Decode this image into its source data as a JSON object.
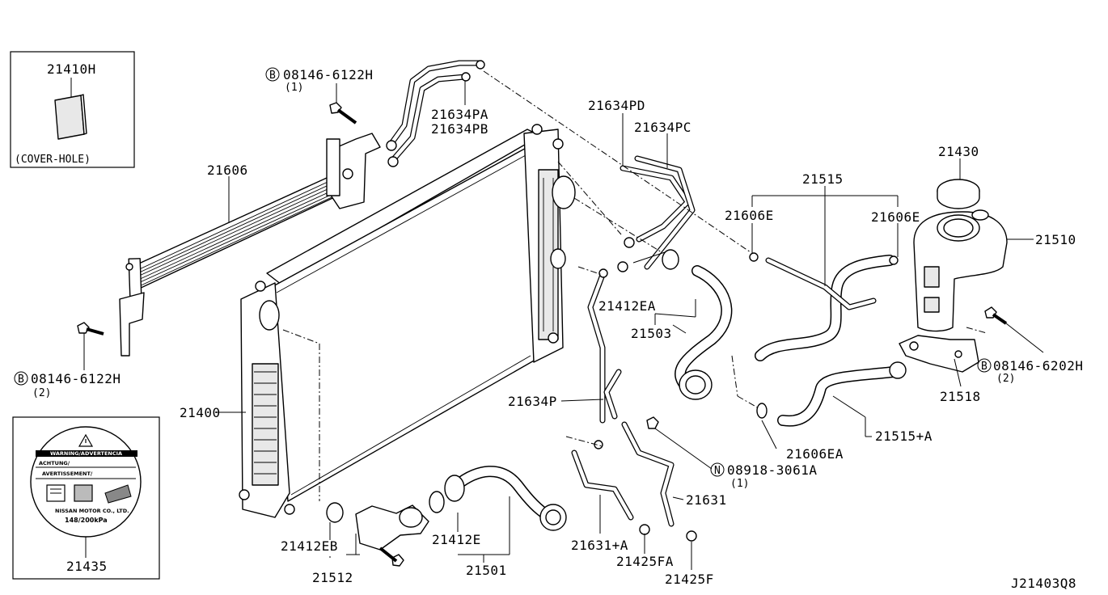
{
  "diagram_code": "J21403Q8",
  "boxes": {
    "cover_hole": {
      "part": "21410H",
      "caption": "(COVER-HOLE)"
    },
    "label_box": {
      "part": "21435",
      "warning_line1": "WARNING/ADVERTENCIA",
      "warning_line2": "ACHTUNG/",
      "warning_line3": "AVERTISSEMENT/",
      "maker": "NISSAN MOTOR CO., LTD.",
      "pressure": "148/200kPa"
    }
  },
  "labels": {
    "p21606": "21606",
    "bolt_top_code": "08146-6122H",
    "bolt_top_qty": "(1)",
    "bolt_left_code": "08146-6122H",
    "bolt_left_qty": "(2)",
    "bolt_right_code": "08146-6202H",
    "bolt_right_qty": "(2)",
    "nut_code": "08918-3061A",
    "nut_qty": "(1)",
    "b_symbol": "B",
    "n_symbol": "N",
    "p21634PA": "21634PA",
    "p21634PB": "21634PB",
    "p21634PD": "21634PD",
    "p21634PC": "21634PC",
    "p21430": "21430",
    "p21515": "21515",
    "p21606E_left": "21606E",
    "p21606E_right": "21606E",
    "p21510": "21510",
    "p21412EA": "21412EA",
    "p21503": "21503",
    "p21518": "21518",
    "p21400": "21400",
    "p21634P": "21634P",
    "p21515A": "21515+A",
    "p21606EA": "21606EA",
    "p21631": "21631",
    "p21631A": "21631+A",
    "p21425FA": "21425FA",
    "p21425F": "21425F",
    "p21412EB": "21412EB",
    "p21512": "21512",
    "p21412E": "21412E",
    "p21501": "21501"
  }
}
